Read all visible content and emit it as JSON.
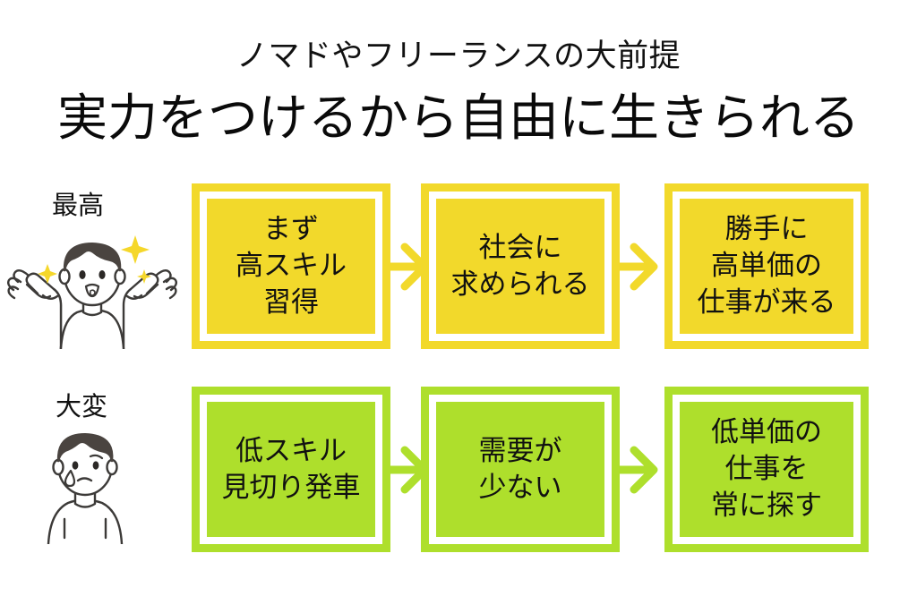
{
  "header": {
    "subtitle": "ノマドやフリーランスの大前提",
    "title": "実力をつけるから自由に生きられる"
  },
  "colors": {
    "yellow": "#F2D92B",
    "green": "#AEDF2C",
    "text": "#111111",
    "background": "#FFFFFF",
    "hair": "#4A4440",
    "outline": "#3C3A38"
  },
  "rows": [
    {
      "label": "最高",
      "mood": "happy-person-icon",
      "color_key": "yellow",
      "steps": [
        {
          "text": "まず\n高スキル\n習得"
        },
        {
          "text": "社会に\n求められる"
        },
        {
          "text": "勝手に\n高単価の\n仕事が来る"
        }
      ],
      "arrows": [
        "arrow-right-icon",
        "arrow-right-icon"
      ]
    },
    {
      "label": "大変",
      "mood": "sad-person-icon",
      "color_key": "green",
      "steps": [
        {
          "text": "低スキル\n見切り発車"
        },
        {
          "text": "需要が\n少ない"
        },
        {
          "text": "低単価の\n仕事を\n常に探す"
        }
      ],
      "arrows": [
        "arrow-right-icon",
        "arrow-right-icon"
      ]
    }
  ]
}
